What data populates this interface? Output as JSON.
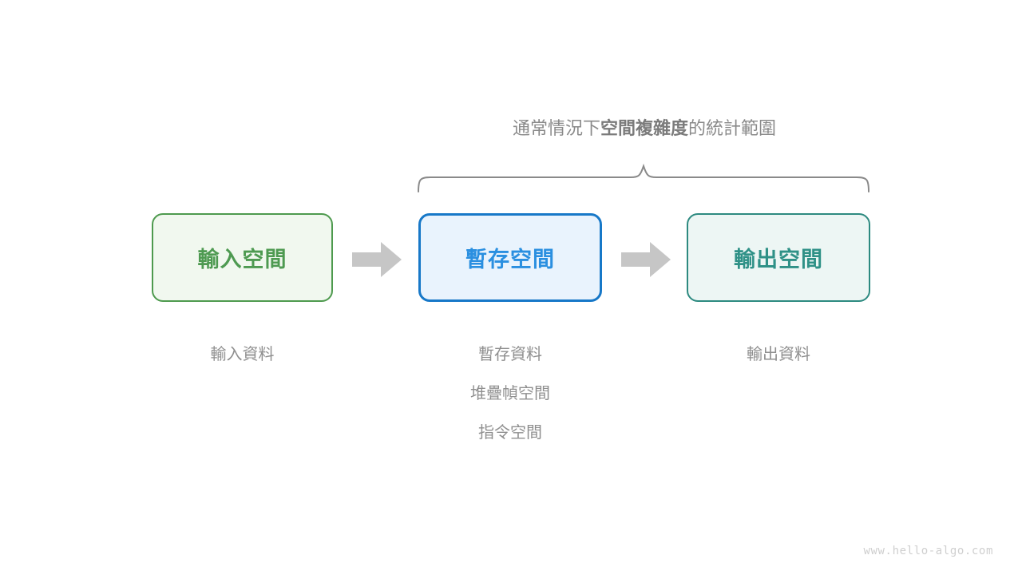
{
  "diagram": {
    "brace_caption": {
      "lead": "通常情況下",
      "emphasis": "空間複雜度",
      "tail": "的統計範圍"
    },
    "boxes": [
      {
        "id": "input-space",
        "label": "輸入空間",
        "border_color": "#4e9a4e",
        "fill_color": "#f1f8ef",
        "text_color": "#4e9a51"
      },
      {
        "id": "temp-space",
        "label": "暫存空間",
        "border_color": "#1778c8",
        "fill_color": "#e9f3fd",
        "text_color": "#2a8fe0"
      },
      {
        "id": "output-space",
        "label": "輸出空間",
        "border_color": "#2d8a80",
        "fill_color": "#edf6f4",
        "text_color": "#2f9187"
      }
    ],
    "arrows": [
      {
        "id": "arrow-input-to-temp",
        "icon": "right-block-arrow-icon",
        "color": "#c6c6c6"
      },
      {
        "id": "arrow-temp-to-output",
        "icon": "right-block-arrow-icon",
        "color": "#c6c6c6"
      }
    ],
    "captions": {
      "input": [
        "輸入資料"
      ],
      "temp": [
        "暫存資料",
        "堆疊幀空間",
        "指令空間"
      ],
      "output": [
        "輸出資料"
      ]
    },
    "brace": {
      "color": "#8a8a8a",
      "stroke_width": 2
    },
    "watermark": "www.hello-algo.com"
  }
}
